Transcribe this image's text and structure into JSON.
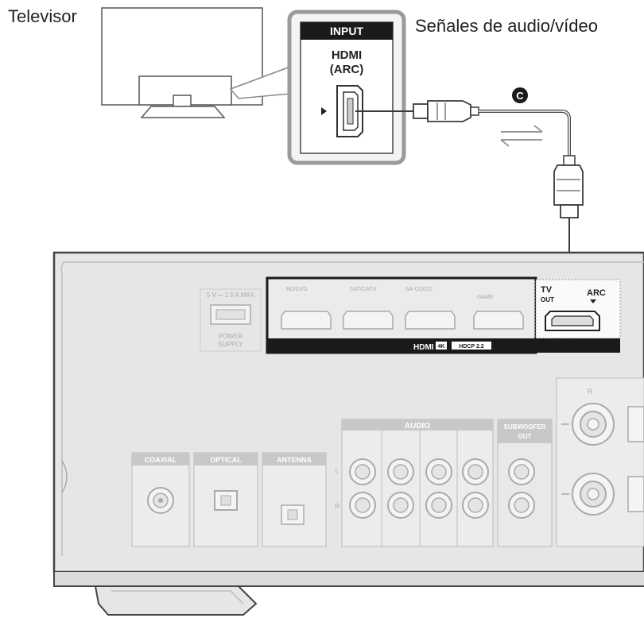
{
  "labels": {
    "tv": "Televisor",
    "signals": "Señales de audio/vídeo",
    "callout": "C"
  },
  "tv_panel": {
    "input_title": "INPUT",
    "hdmi_line1": "HDMI",
    "hdmi_line2": "(ARC)"
  },
  "receiver": {
    "usb_top": "5 V ⎓ 1.5 A MAX",
    "usb_bottom1": "POWER",
    "usb_bottom2": "SUPPLY",
    "hdmi_inputs": [
      "BD/DVD",
      "SAT/CATV",
      "GAME",
      "SA-CD/CD"
    ],
    "hdmi_bar": "HDMI",
    "badge_4k": "4K",
    "badge_hdcp": "HDCP 2.2",
    "tv_out_1": "TV",
    "tv_out_2": "OUT",
    "arc": "ARC",
    "coaxial": "COAXIAL",
    "optical": "OPTICAL",
    "antenna": "ANTENNA",
    "audio": "AUDIO",
    "subwoofer_1": "SUBWOOFER",
    "subwoofer_2": "OUT",
    "channel_l": "L",
    "channel_r": "R",
    "front_r": "R"
  },
  "colors": {
    "line": "#3a3a3a",
    "panel_border": "#9a9a9a",
    "receiver_body": "#e6e6e6",
    "receiver_line": "#b4b4b4",
    "bar": "#1a1a1a"
  }
}
